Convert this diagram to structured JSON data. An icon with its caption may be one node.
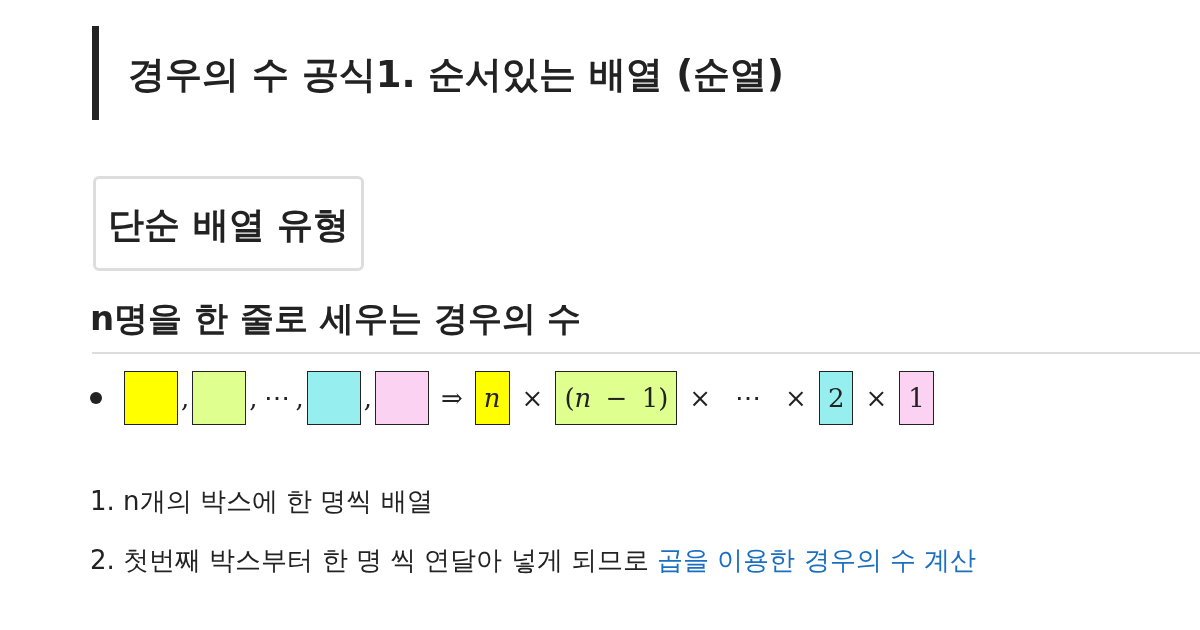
{
  "diagram": {
    "title": "경우의 수 공식1. 순서있는 배열 (순열)",
    "nodes": [
      {
        "text": [
          "단순 배열 유형"
        ]
      },
      {
        "text": [],
        "shape": "box"
      },
      {
        "text": [],
        "shape": "box"
      },
      {
        "text": [],
        "shape": "box"
      },
      {
        "text": [],
        "shape": "box"
      },
      {
        "text": [
          "n"
        ]
      },
      {
        "text": [
          "(*n* − 1)"
        ]
      },
      {
        "text": [
          "2"
        ]
      },
      {
        "text": [
          "1"
        ]
      }
    ],
    "labels": [
      "n명을 한 줄로 세우는 경우의 수",
      ",",
      ",",
      "⋯",
      ",",
      ",",
      "⇒",
      "×",
      "×",
      "⋯",
      "×",
      "×",
      "1. n개의 박스에 한 명씩 배열",
      "2. 첫번째 박스부터 한 명 씩 연달아 넣게 되므로",
      "곱을 이용한 경우의 수 계산"
    ]
  }
}
